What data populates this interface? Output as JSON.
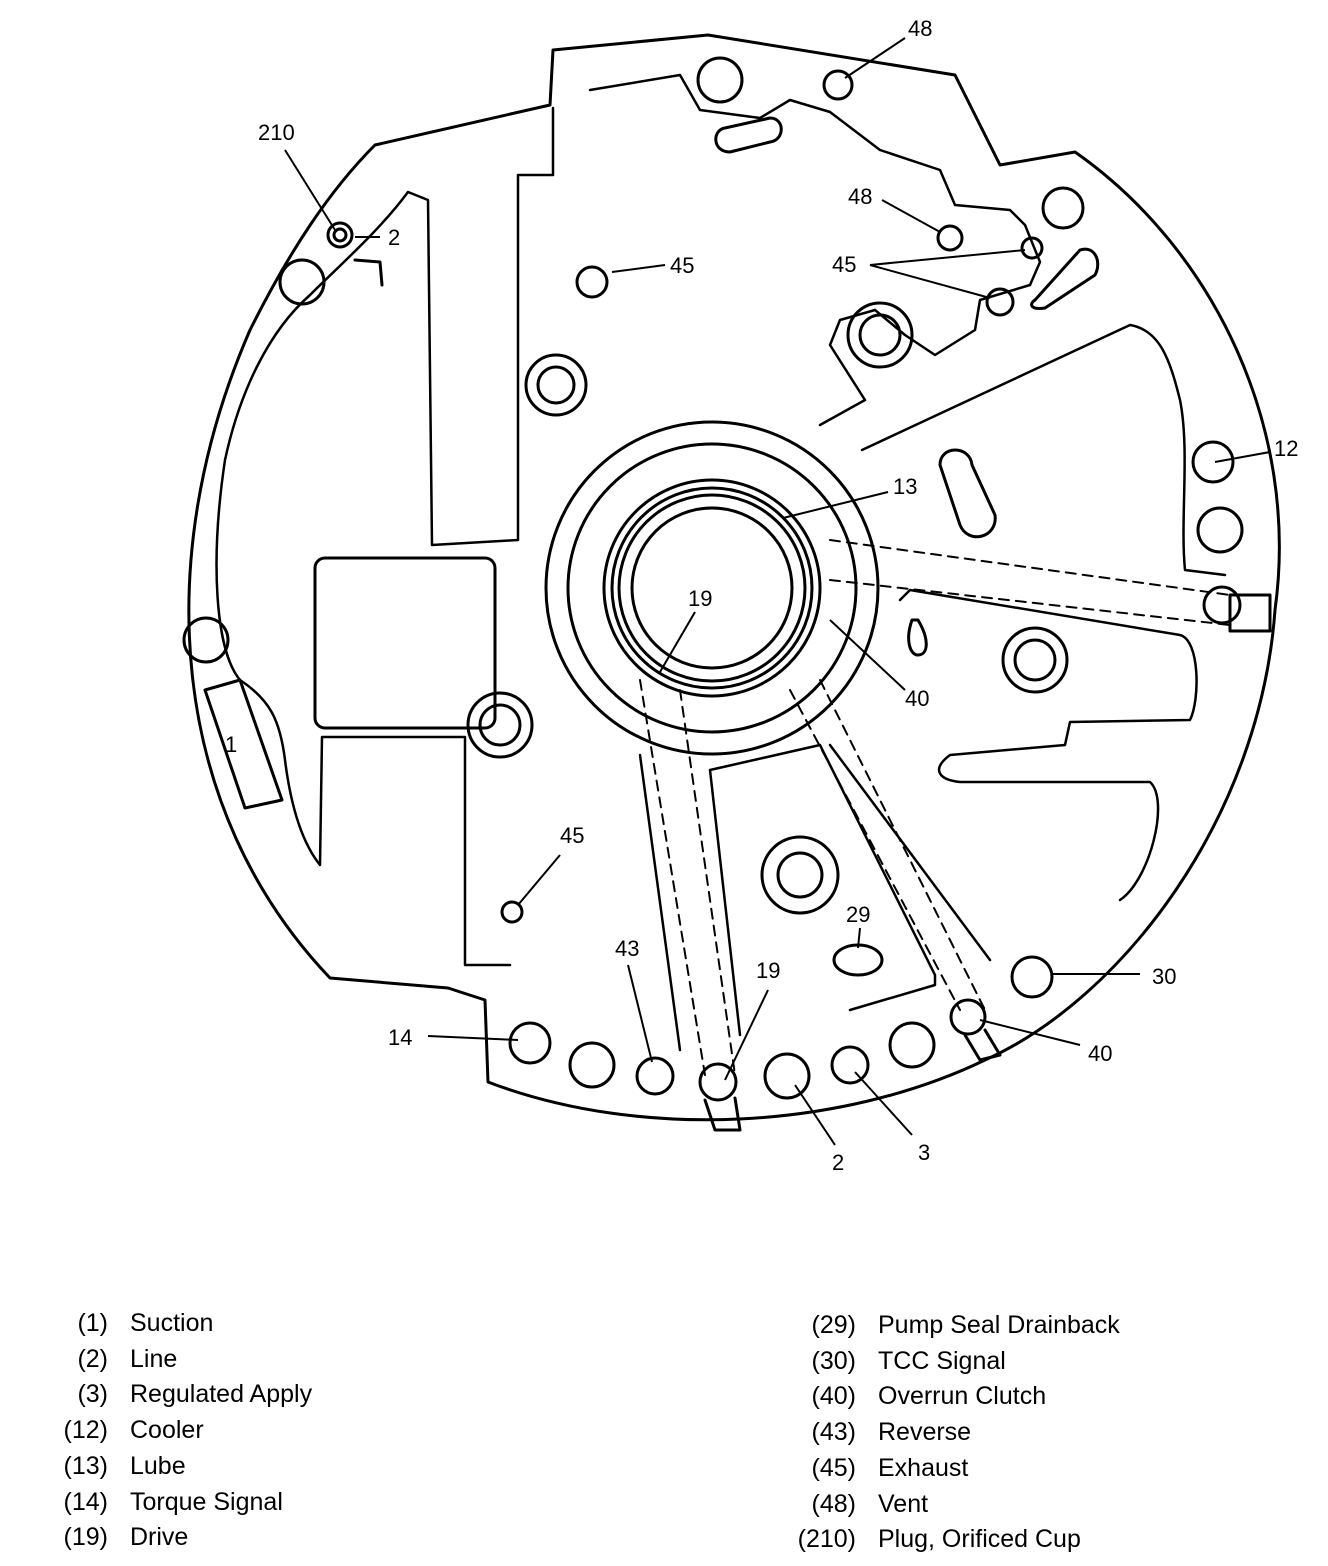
{
  "diagram": {
    "callouts": {
      "c210": "210",
      "c2_top": "2",
      "c48_top": "48",
      "c48_mid": "48",
      "c45_upper": "45",
      "c45_right": "45",
      "c12": "12",
      "c13": "13",
      "c19_center": "19",
      "c40_center": "40",
      "c1": "1",
      "c45_lower": "45",
      "c29": "29",
      "c43": "43",
      "c19_bottom": "19",
      "c30": "30",
      "c14": "14",
      "c40_bottom": "40",
      "c2_bottom": "2",
      "c3": "3"
    }
  },
  "legend": {
    "left": [
      {
        "code": "(1)",
        "label": "Suction"
      },
      {
        "code": "(2)",
        "label": "Line"
      },
      {
        "code": "(3)",
        "label": "Regulated Apply"
      },
      {
        "code": "(12)",
        "label": "Cooler"
      },
      {
        "code": "(13)",
        "label": "Lube"
      },
      {
        "code": "(14)",
        "label": "Torque Signal"
      },
      {
        "code": "(19)",
        "label": "Drive"
      }
    ],
    "right": [
      {
        "code": "(29)",
        "label": "Pump Seal Drainback"
      },
      {
        "code": "(30)",
        "label": "TCC Signal"
      },
      {
        "code": "(40)",
        "label": "Overrun Clutch"
      },
      {
        "code": "(43)",
        "label": "Reverse"
      },
      {
        "code": "(45)",
        "label": "Exhaust"
      },
      {
        "code": "(48)",
        "label": "Vent"
      },
      {
        "code": "(210)",
        "label": "Plug, Orificed Cup"
      }
    ]
  }
}
